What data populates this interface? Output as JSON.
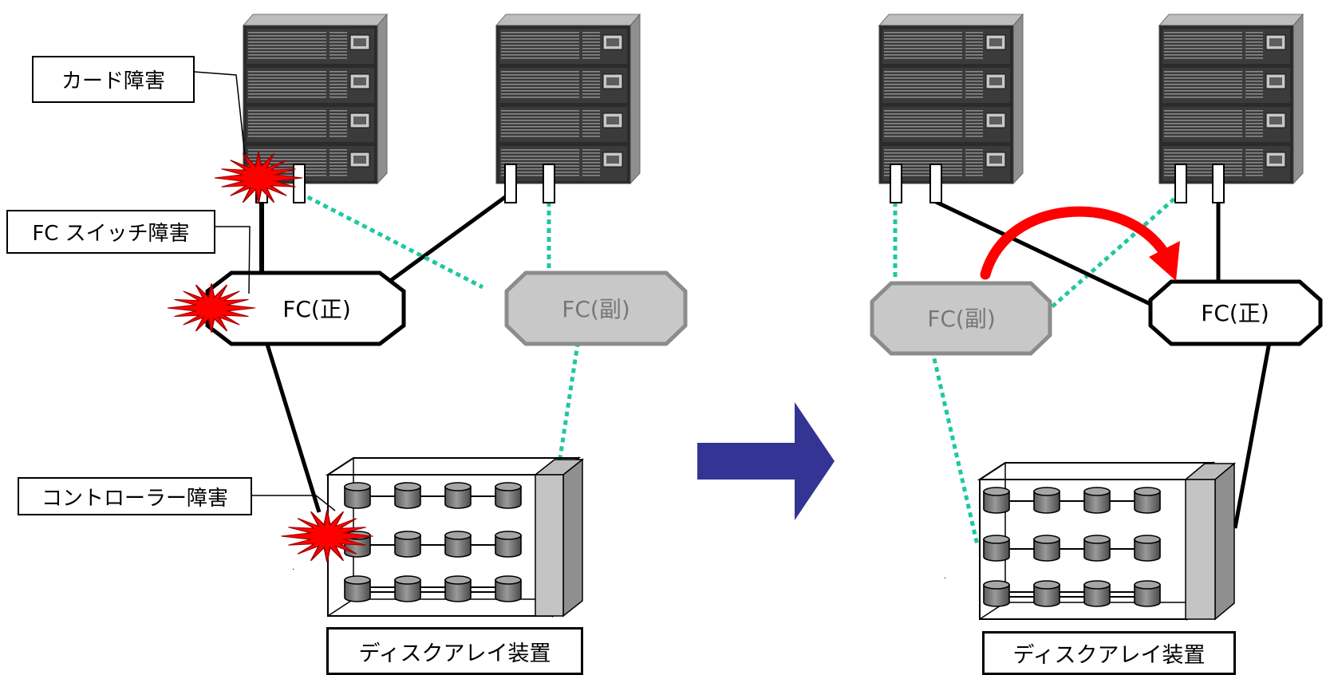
{
  "failure_labels": {
    "card": "カード障害",
    "fc_switch": "FC スイッチ障害",
    "controller": "コントローラー障害"
  },
  "switches": {
    "primary": "FC(正)",
    "secondary": "FC(副)"
  },
  "disk_array_label": "ディスクアレイ装置",
  "colors": {
    "active_link": "#000000",
    "standby_link": "#1fc7a0",
    "failover_arrow": "#ff0000",
    "transition_arrow": "#343494",
    "secondary_switch_fill": "#c8c8c8",
    "secondary_switch_border": "#8c8c8c",
    "failure_burst": "#ff0000"
  },
  "icons": {
    "server": "server-rack-icon",
    "failure": "explosion-burst-icon",
    "disk": "disk-cylinder-icon",
    "transition": "right-arrow-icon",
    "failover": "curved-arrow-icon"
  }
}
